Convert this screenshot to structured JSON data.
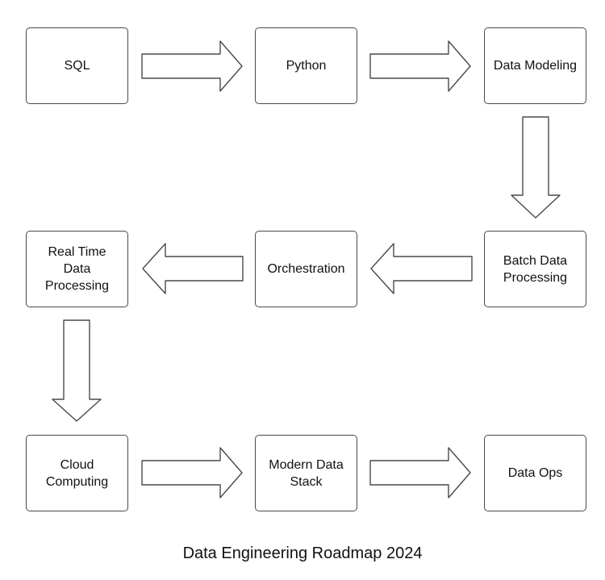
{
  "diagram": {
    "title": "Data Engineering Roadmap 2024",
    "nodes": [
      {
        "id": "sql",
        "label": "SQL"
      },
      {
        "id": "python",
        "label": "Python"
      },
      {
        "id": "data-modeling",
        "label": "Data Modeling"
      },
      {
        "id": "real-time",
        "label": "Real Time\nData\nProcessing"
      },
      {
        "id": "orchestration",
        "label": "Orchestration"
      },
      {
        "id": "batch",
        "label": "Batch Data\nProcessing"
      },
      {
        "id": "cloud",
        "label": "Cloud\nComputing"
      },
      {
        "id": "modern-stack",
        "label": "Modern Data\nStack"
      },
      {
        "id": "data-ops",
        "label": "Data Ops"
      }
    ],
    "edges": [
      {
        "from": "sql",
        "to": "python"
      },
      {
        "from": "python",
        "to": "data-modeling"
      },
      {
        "from": "data-modeling",
        "to": "batch"
      },
      {
        "from": "batch",
        "to": "orchestration"
      },
      {
        "from": "orchestration",
        "to": "real-time"
      },
      {
        "from": "real-time",
        "to": "cloud"
      },
      {
        "from": "cloud",
        "to": "modern-stack"
      },
      {
        "from": "modern-stack",
        "to": "data-ops"
      }
    ]
  }
}
